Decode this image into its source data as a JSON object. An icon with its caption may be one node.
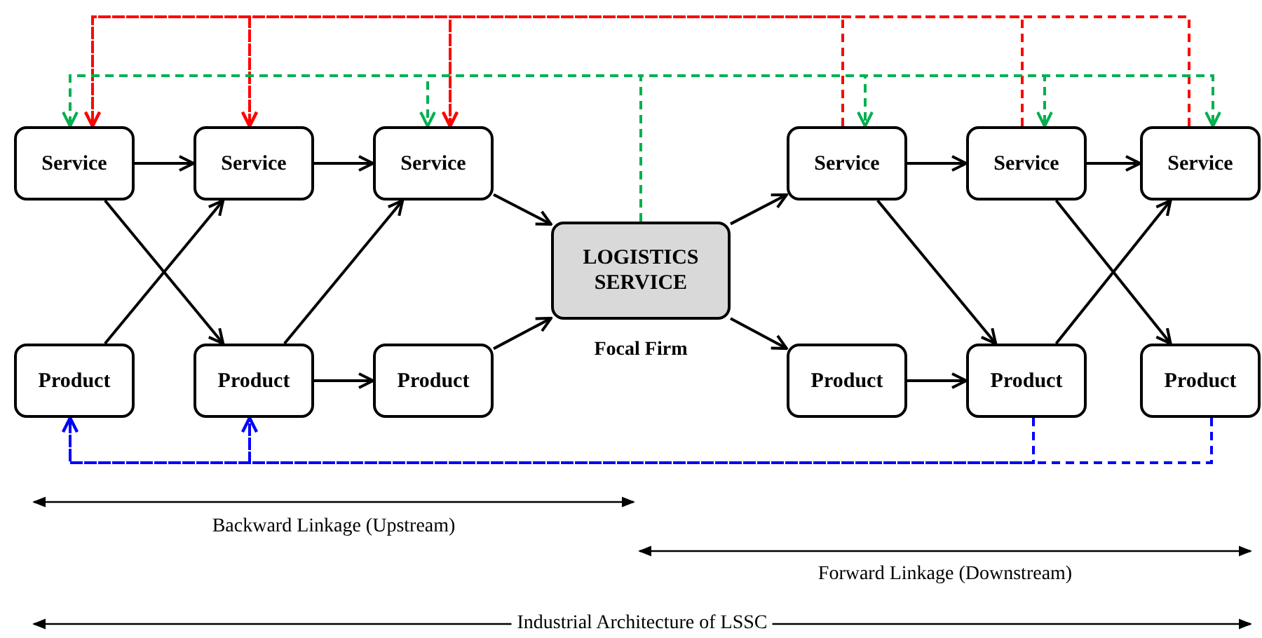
{
  "diagram": {
    "nodes": [
      {
        "text": [
          "Service"
        ]
      },
      {
        "text": [
          "Service"
        ]
      },
      {
        "text": [
          "Service"
        ]
      },
      {
        "text": [
          "Product"
        ]
      },
      {
        "text": [
          "Product"
        ]
      },
      {
        "text": [
          "Product"
        ]
      },
      {
        "text": [
          "LOGISTICS SERVICE"
        ],
        "beside": [
          "Focal Firm"
        ]
      },
      {
        "text": [
          "Service"
        ]
      },
      {
        "text": [
          "Service"
        ]
      },
      {
        "text": [
          "Service"
        ]
      },
      {
        "text": [
          "Product"
        ]
      },
      {
        "text": [
          "Product"
        ]
      },
      {
        "text": [
          "Product"
        ]
      }
    ],
    "edges": [
      {
        "from": 0,
        "to": 1,
        "arrow": "to"
      },
      {
        "from": 1,
        "to": 2,
        "arrow": "to"
      },
      {
        "from": 3,
        "to": 1,
        "arrow": "to"
      },
      {
        "from": 0,
        "to": 4,
        "arrow": "to"
      },
      {
        "from": 4,
        "to": 2,
        "arrow": "to"
      },
      {
        "from": 4,
        "to": 5,
        "arrow": "to"
      },
      {
        "from": 2,
        "to": 6,
        "arrow": "to"
      },
      {
        "from": 5,
        "to": 6,
        "arrow": "to"
      },
      {
        "from": 6,
        "to": 7,
        "arrow": "to"
      },
      {
        "from": 6,
        "to": 10,
        "arrow": "to"
      },
      {
        "from": 7,
        "to": 8,
        "arrow": "to"
      },
      {
        "from": 7,
        "to": 11,
        "arrow": "to"
      },
      {
        "from": 10,
        "to": 11,
        "arrow": "to"
      },
      {
        "from": 8,
        "to": 9,
        "arrow": "to"
      },
      {
        "from": 11,
        "to": 9,
        "arrow": "to"
      },
      {
        "from": 8,
        "to": 12,
        "arrow": "to"
      },
      {
        "from": 7,
        "to": 0,
        "arrow": "to",
        "style": "dashed",
        "color": "#ff0000"
      },
      {
        "from": 7,
        "to": 1,
        "arrow": "to",
        "style": "dashed",
        "color": "#ff0000"
      },
      {
        "from": 7,
        "to": 2,
        "arrow": "to",
        "style": "dashed",
        "color": "#ff0000"
      },
      {
        "from": 8,
        "to": 0,
        "arrow": "to",
        "style": "dashed",
        "color": "#ff0000"
      },
      {
        "from": 8,
        "to": 1,
        "arrow": "to",
        "style": "dashed",
        "color": "#ff0000"
      },
      {
        "from": 8,
        "to": 2,
        "arrow": "to",
        "style": "dashed",
        "color": "#ff0000"
      },
      {
        "from": 9,
        "to": 0,
        "arrow": "to",
        "style": "dashed",
        "color": "#ff0000"
      },
      {
        "from": 9,
        "to": 1,
        "arrow": "to",
        "style": "dashed",
        "color": "#ff0000"
      },
      {
        "from": 9,
        "to": 2,
        "arrow": "to",
        "style": "dashed",
        "color": "#ff0000"
      },
      {
        "from": 6,
        "to": 0,
        "arrow": "to",
        "style": "dashed",
        "color": "#00b050"
      },
      {
        "from": 6,
        "to": 2,
        "arrow": "to",
        "style": "dashed",
        "color": "#00b050"
      },
      {
        "from": 6,
        "to": 7,
        "arrow": "to",
        "style": "dashed",
        "color": "#00b050"
      },
      {
        "from": 6,
        "to": 8,
        "arrow": "to",
        "style": "dashed",
        "color": "#00b050"
      },
      {
        "from": 6,
        "to": 9,
        "arrow": "to",
        "style": "dashed",
        "color": "#00b050"
      },
      {
        "from": 11,
        "to": 3,
        "arrow": "to",
        "style": "dashed",
        "color": "#0000ff"
      },
      {
        "from": 11,
        "to": 4,
        "arrow": "to",
        "style": "dashed",
        "color": "#0000ff"
      },
      {
        "from": 12,
        "to": 3,
        "arrow": "to",
        "style": "dashed",
        "color": "#0000ff"
      },
      {
        "from": 12,
        "to": 4,
        "arrow": "to",
        "style": "dashed",
        "color": "#0000ff"
      }
    ],
    "labels": [
      "Backward Linkage (Upstream)",
      "Forward Linkage (Downstream)",
      "Industrial Architecture of LSSC"
    ]
  }
}
